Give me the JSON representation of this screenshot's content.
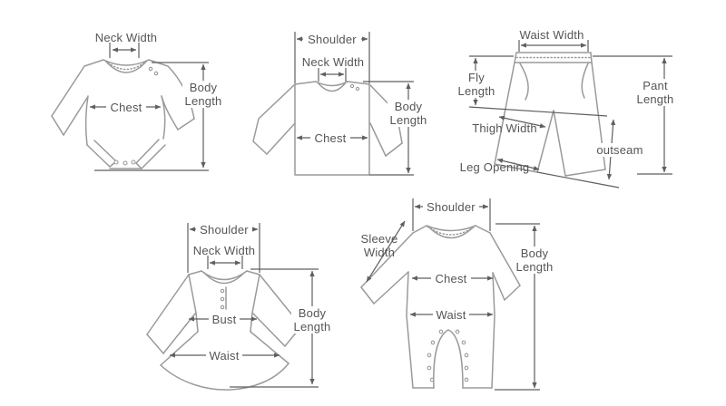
{
  "palette": {
    "background": "#ffffff",
    "garment_line": "#9a9a9a",
    "dimension_line": "#5f5f5f",
    "label_text": "#555555",
    "ribbing": "#bdbdbd"
  },
  "diagrams": {
    "bodysuit": {
      "garment": "baby-bodysuit",
      "labels": {
        "neck_width": "Neck Width",
        "chest": "Chest",
        "body_length": "Body Length"
      }
    },
    "sweater": {
      "garment": "long-sleeve-top",
      "labels": {
        "shoulder": "Shoulder",
        "neck_width": "Neck Width",
        "chest": "Chest",
        "body_length": "Body Length"
      }
    },
    "shorts": {
      "garment": "pants-shorts",
      "labels": {
        "waist_width": "Waist Width",
        "fly_length": "Fly Length",
        "thigh_width": "Thigh Width",
        "leg_opening": "Leg Opening",
        "outseam": "outseam",
        "pant_length": "Pant Length"
      }
    },
    "dress": {
      "garment": "dress",
      "labels": {
        "shoulder": "Shoulder",
        "neck_width": "Neck Width",
        "bust": "Bust",
        "waist": "Waist",
        "body_length": "Body Length"
      }
    },
    "romper": {
      "garment": "romper-jumpsuit",
      "labels": {
        "shoulder": "Shoulder",
        "sleeve_width": "Sleeve Width",
        "chest": "Chest",
        "waist": "Waist",
        "body_length": "Body Length"
      }
    }
  }
}
